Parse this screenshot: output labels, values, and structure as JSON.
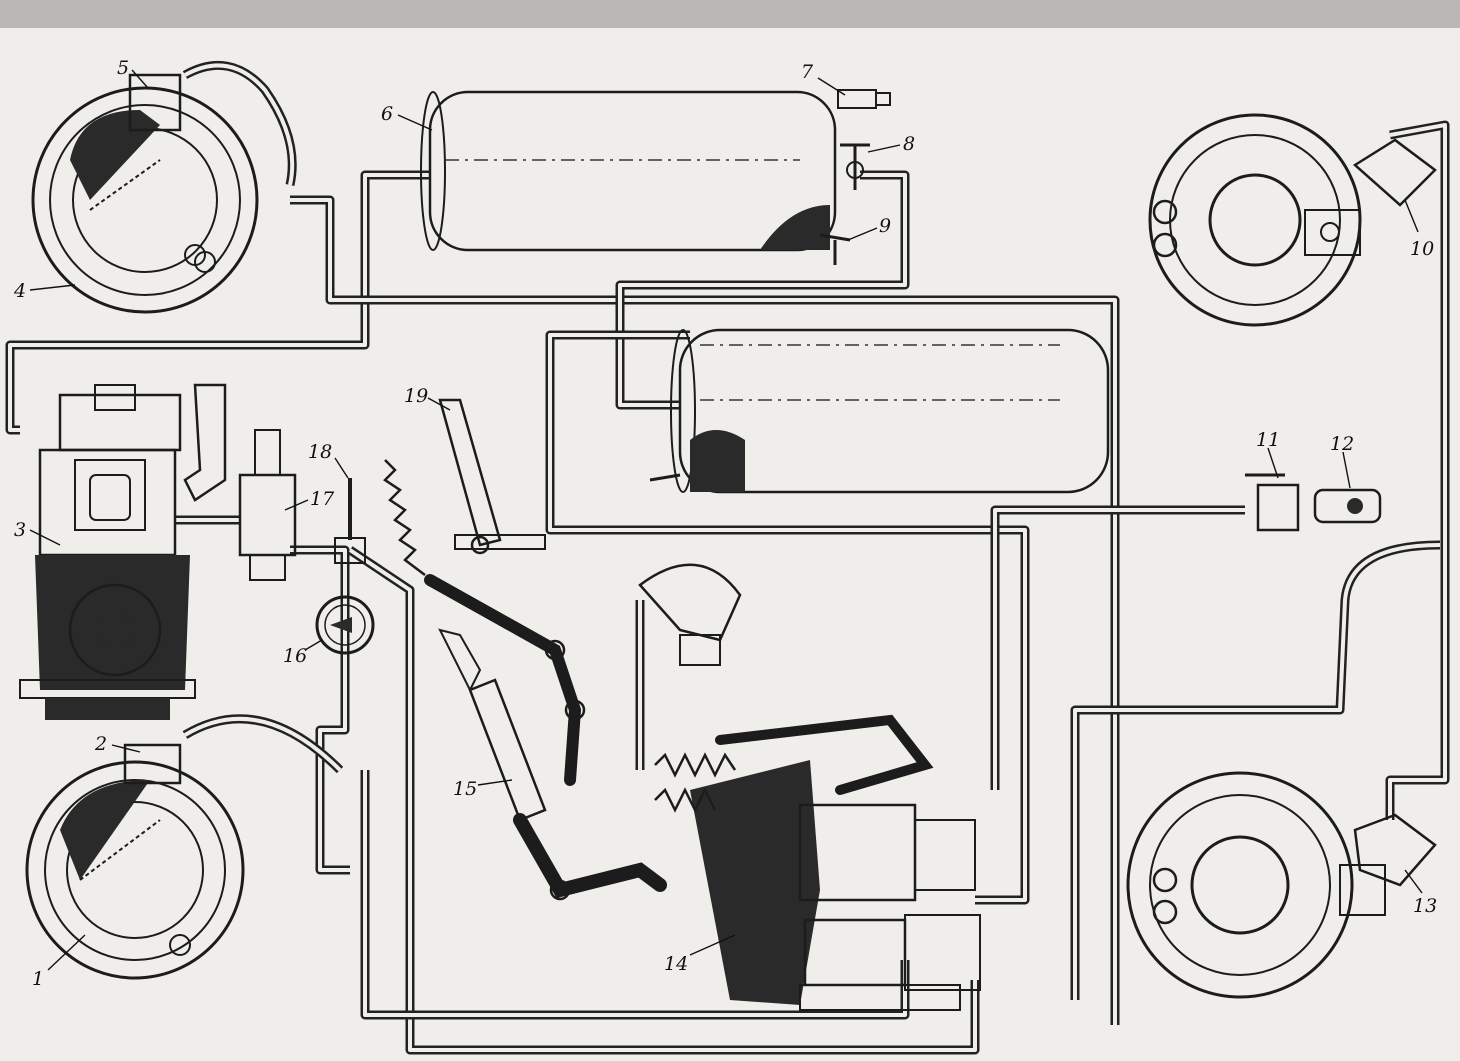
{
  "colors": {
    "paper": "#efeeea",
    "ink": "#1c1c1c"
  },
  "labels": [
    "1",
    "2",
    "3",
    "4",
    "5",
    "6",
    "7",
    "8",
    "9",
    "10",
    "11",
    "12",
    "13",
    "14",
    "15",
    "16",
    "17",
    "18",
    "19"
  ]
}
